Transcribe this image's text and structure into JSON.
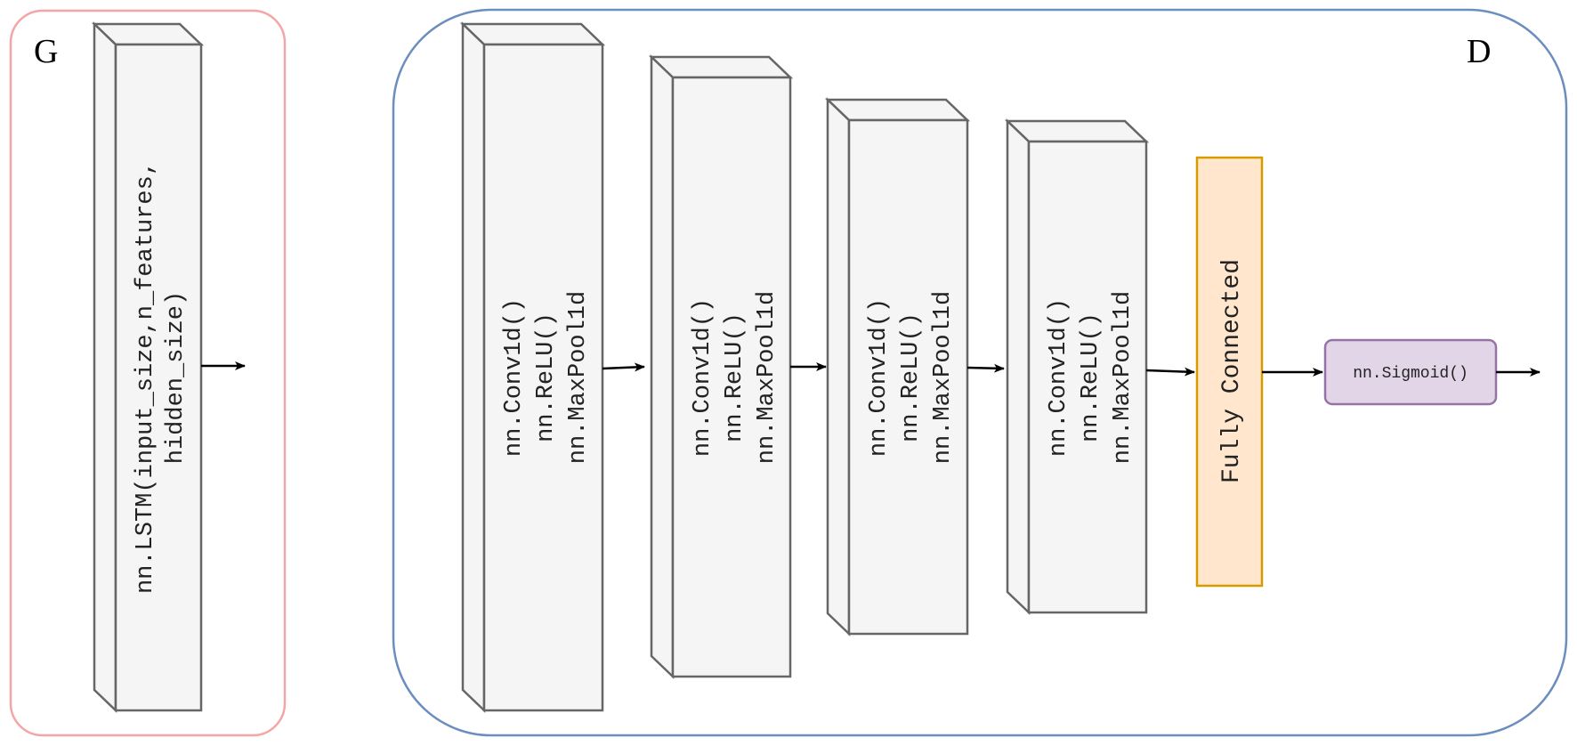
{
  "generator": {
    "label": "G",
    "layer_lines": [
      "nn.LSTM(input_size,n_features,",
      "hidden_size)"
    ]
  },
  "discriminator": {
    "label": "D",
    "conv_blocks": [
      {
        "lines": [
          "nn.Conv1d()",
          "nn.ReLU()",
          "nn.MaxPool1d"
        ]
      },
      {
        "lines": [
          "nn.Conv1d()",
          "nn.ReLU()",
          "nn.MaxPool1d"
        ]
      },
      {
        "lines": [
          "nn.Conv1d()",
          "nn.ReLU()",
          "nn.MaxPool1d"
        ]
      },
      {
        "lines": [
          "nn.Conv1d()",
          "nn.ReLU()",
          "nn.MaxPool1d"
        ]
      }
    ],
    "fully_connected_label": "Fully Connected",
    "sigmoid_label": "nn.Sigmoid()"
  },
  "colors": {
    "generator_border": "#f4a6a6",
    "discriminator_border": "#6c8ebf",
    "block_fill": "#f5f5f5",
    "block_stroke": "#666666",
    "fc_fill": "#ffe6cc",
    "fc_stroke": "#d79b00",
    "sigmoid_fill": "#e1d5e7",
    "sigmoid_stroke": "#9673a6"
  }
}
